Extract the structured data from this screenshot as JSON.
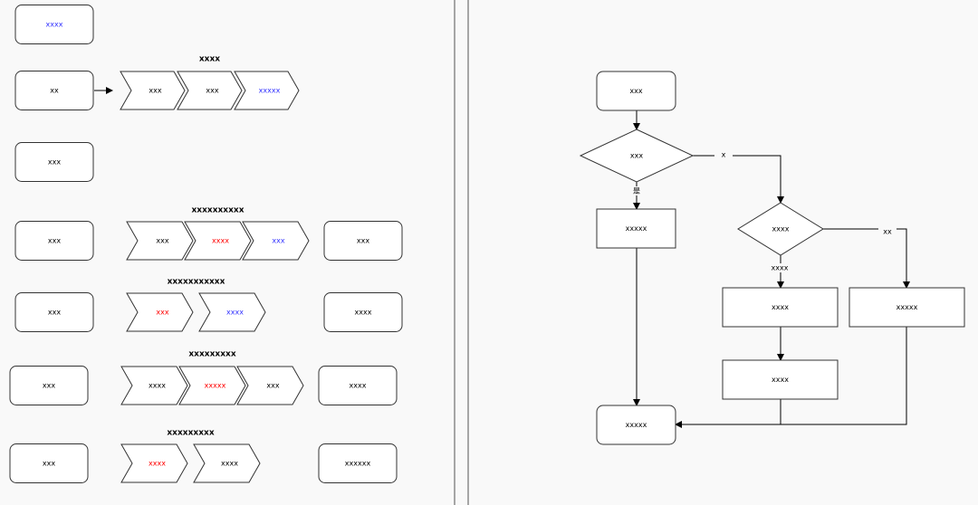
{
  "colors": {
    "default_text": "#000000",
    "blue": "#3333ff",
    "red": "#ff0000",
    "stroke": "#333333",
    "fill": "#ffffff"
  },
  "left": {
    "rows": [
      {
        "start": {
          "label": "xxxx",
          "color": "blue"
        },
        "title": "",
        "chevrons": [],
        "end": null
      },
      {
        "start": {
          "label": "xx",
          "color": "default"
        },
        "title": "xxxx",
        "arrow": true,
        "chevrons": [
          {
            "label": "xxx",
            "color": "default"
          },
          {
            "label": "xxx",
            "color": "default"
          },
          {
            "label": "xxxxx",
            "color": "blue"
          }
        ],
        "end": null
      },
      {
        "start": {
          "label": "xxx",
          "color": "default"
        },
        "title": "",
        "chevrons": [],
        "end": null
      },
      {
        "start": {
          "label": "xxx",
          "color": "default"
        },
        "title": "xxxxxxxxxx",
        "chevrons": [
          {
            "label": "xxx",
            "color": "default"
          },
          {
            "label": "xxxx",
            "color": "red"
          },
          {
            "label": "xxx",
            "color": "blue"
          }
        ],
        "end": {
          "label": "xxx",
          "color": "default"
        }
      },
      {
        "start": {
          "label": "xxx",
          "color": "default"
        },
        "title": "xxxxxxxxxxx",
        "chevrons": [
          {
            "label": "xxx",
            "color": "red"
          },
          {
            "label": "xxxx",
            "color": "blue"
          }
        ],
        "end": {
          "label": "xxxx",
          "color": "default"
        }
      },
      {
        "start": {
          "label": "xxx",
          "color": "default"
        },
        "title": "xxxxxxxxx",
        "chevrons": [
          {
            "label": "xxxx",
            "color": "default"
          },
          {
            "label": "xxxxx",
            "color": "red"
          },
          {
            "label": "xxx",
            "color": "default"
          }
        ],
        "end": {
          "label": "xxxx",
          "color": "default"
        }
      },
      {
        "start": {
          "label": "xxx",
          "color": "default"
        },
        "title": "xxxxxxxxx",
        "chevrons": [
          {
            "label": "xxxx",
            "color": "red"
          },
          {
            "label": "xxxx",
            "color": "default"
          }
        ],
        "end": {
          "label": "xxxxxx",
          "color": "default"
        }
      }
    ]
  },
  "flowchart": {
    "nodes": [
      {
        "id": "start",
        "shape": "rounded",
        "label": "xxx"
      },
      {
        "id": "decision1",
        "shape": "diamond",
        "label": "xxx"
      },
      {
        "id": "process1",
        "shape": "rect",
        "label": "xxxxx"
      },
      {
        "id": "decision2",
        "shape": "diamond",
        "label": "xxxx"
      },
      {
        "id": "process2",
        "shape": "rect",
        "label": "xxxx"
      },
      {
        "id": "process3",
        "shape": "rect",
        "label": "xxxxx"
      },
      {
        "id": "process4",
        "shape": "rect",
        "label": "xxxx"
      },
      {
        "id": "end",
        "shape": "rounded",
        "label": "xxxxx"
      }
    ],
    "edges": [
      {
        "from": "start",
        "to": "decision1",
        "label": ""
      },
      {
        "from": "decision1",
        "to": "process1",
        "label": "是"
      },
      {
        "from": "decision1",
        "to": "decision2",
        "label": "x"
      },
      {
        "from": "decision2",
        "to": "process2",
        "label": "xxxx"
      },
      {
        "from": "decision2",
        "to": "process3",
        "label": "xx"
      },
      {
        "from": "process2",
        "to": "process4",
        "label": ""
      },
      {
        "from": "process1",
        "to": "end",
        "label": ""
      },
      {
        "from": "process4",
        "to": "end",
        "label": ""
      },
      {
        "from": "process3",
        "to": "end",
        "label": ""
      }
    ]
  }
}
